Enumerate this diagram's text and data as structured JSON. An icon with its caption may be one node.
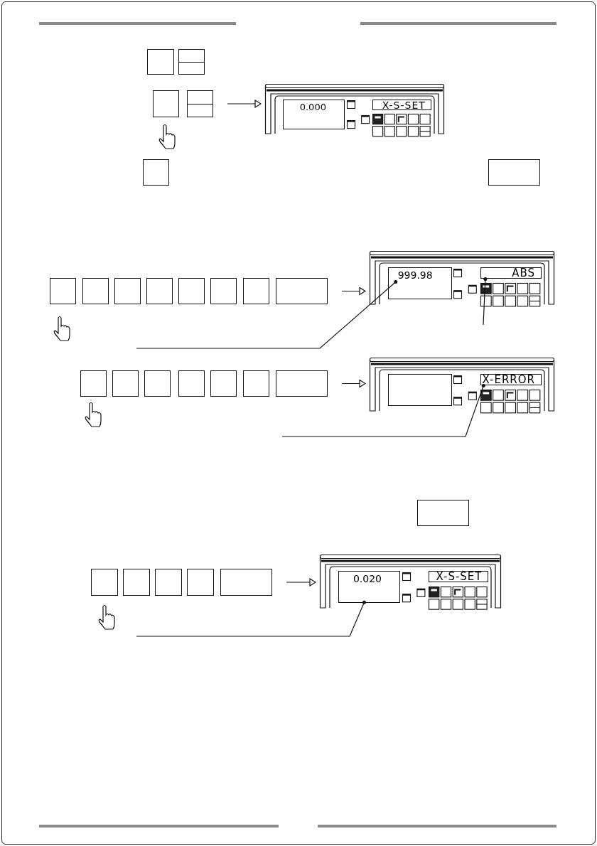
{
  "diagram": {
    "nodes": [
      {
        "text": [],
        "shape": "box"
      },
      {
        "text": [],
        "shape": "box"
      },
      {
        "text": [],
        "shape": "box"
      },
      {
        "text": [],
        "shape": "box"
      },
      {
        "text": [],
        "shape": "box"
      },
      {
        "text": [
          "0.000"
        ],
        "in": 4
      },
      {
        "text": [
          "X-S-SET"
        ],
        "in": 4
      },
      {
        "text": [],
        "shape": "box"
      },
      {
        "text": [],
        "shape": "box"
      },
      {
        "text": [],
        "shape": "box"
      },
      {
        "text": [
          "999.98"
        ],
        "in": 9
      },
      {
        "text": [
          "ABS"
        ],
        "in": 9
      },
      {
        "text": [],
        "shape": "box"
      },
      {
        "text": [],
        "shape": "box"
      },
      {
        "text": [],
        "shape": "box"
      },
      {
        "text": [],
        "shape": "box"
      },
      {
        "text": [],
        "shape": "box"
      },
      {
        "text": [],
        "shape": "box"
      },
      {
        "text": [],
        "shape": "box"
      },
      {
        "text": [],
        "shape": "box"
      },
      {
        "text": [],
        "shape": "box"
      },
      {
        "text": [],
        "shape": "box",
        "in": 20
      },
      {
        "text": [
          "X-ERROR"
        ],
        "in": 20
      },
      {
        "text": [],
        "shape": "box"
      },
      {
        "text": [],
        "shape": "box"
      },
      {
        "text": [],
        "shape": "box"
      },
      {
        "text": [],
        "shape": "box"
      },
      {
        "text": [],
        "shape": "box"
      },
      {
        "text": [],
        "shape": "box"
      },
      {
        "text": [],
        "shape": "box"
      },
      {
        "text": [],
        "shape": "box"
      },
      {
        "text": [],
        "shape": "box"
      },
      {
        "text": [
          "0.020"
        ],
        "in": 31
      },
      {
        "text": [
          "X-S-SET"
        ],
        "in": 31
      },
      {
        "text": [],
        "shape": "box"
      },
      {
        "text": [],
        "shape": "box"
      },
      {
        "text": [],
        "shape": "box"
      },
      {
        "text": [],
        "shape": "box"
      },
      {
        "text": [],
        "shape": "box"
      }
    ],
    "edges": [
      {
        "from": 3,
        "to": 4,
        "arrow": "to"
      },
      {
        "from": 19,
        "to": 9,
        "arrow": "to"
      },
      {
        "from": null,
        "to": 10,
        "arrow": "other"
      },
      {
        "from": null,
        "to": 11,
        "arrow": "other"
      },
      {
        "from": 29,
        "to": 20,
        "arrow": "to"
      },
      {
        "from": null,
        "to": 22,
        "arrow": "other"
      },
      {
        "from": 38,
        "to": 31,
        "arrow": "to"
      },
      {
        "from": null,
        "to": 32,
        "arrow": "other"
      }
    ]
  }
}
